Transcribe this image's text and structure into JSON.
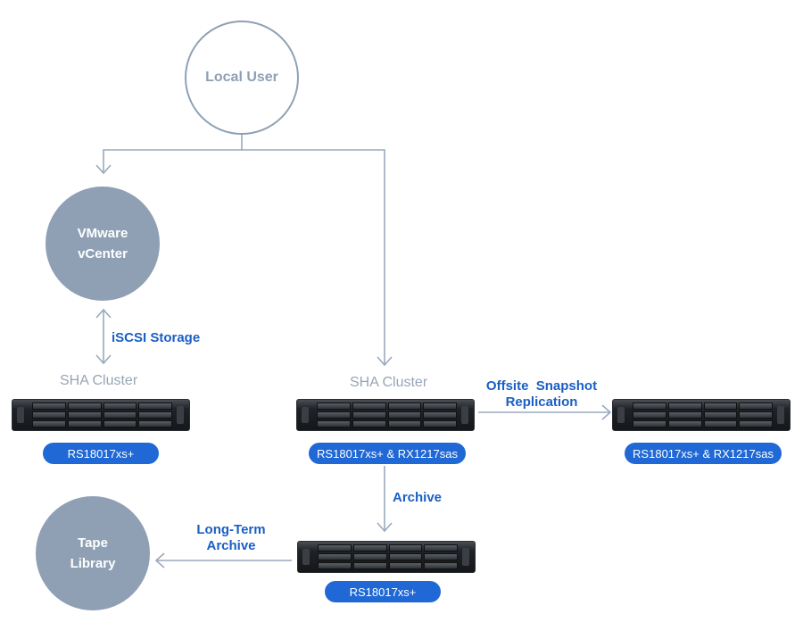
{
  "nodes": {
    "local_user": "Local User",
    "vcenter_line1": "VMware",
    "vcenter_line2": "vCenter",
    "tape_line1": "Tape",
    "tape_line2": "Library"
  },
  "clusters": {
    "left": "SHA Cluster",
    "middle": "SHA Cluster"
  },
  "edges": {
    "iscsi": "iSCSI Storage",
    "offsite_line1": "Offsite  Snapshot",
    "offsite_line2": "Replication",
    "archive": "Archive",
    "longterm_line1": "Long-Term",
    "longterm_line2": "Archive"
  },
  "badges": {
    "left": "RS18017xs+",
    "middle": "RS18017xs+ & RX1217sas",
    "right": "RS18017xs+ & RX1217sas",
    "bottom": "RS18017xs+"
  },
  "colors": {
    "circle": "#8fa0b5",
    "line": "#9aaabd",
    "accent_blue": "#1f68d5",
    "label_blue": "#1a5fc4"
  }
}
